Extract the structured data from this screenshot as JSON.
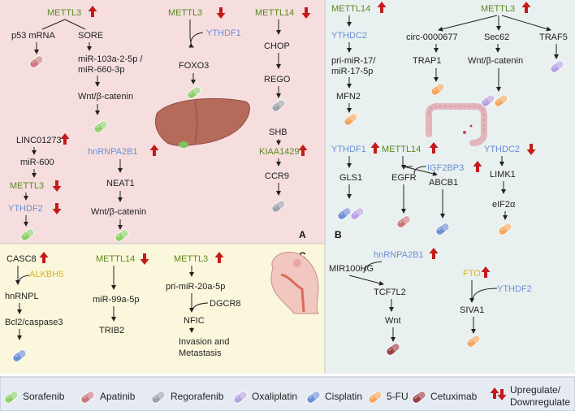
{
  "colors": {
    "panelA_bg": "#f6dede",
    "panelB_bg": "#e9f0f0",
    "panelC_bg": "#fbf7dc",
    "legend_bg": "#e6ebf3",
    "up_arrow": "#c41a1a",
    "green_text": "#5a8a1e",
    "blue_text": "#6b8fd6",
    "yellow_text": "#d9b21e"
  },
  "panels": {
    "a": "A",
    "b": "B",
    "c": "C"
  },
  "labels": {
    "a_mettl3_1": "METTL3",
    "a_p53": "p53 mRNA",
    "a_sore": "SORE",
    "a_mir103_1": "miR-103a-2-5p /",
    "a_mir103_2": "miR-660-3p",
    "a_wnt1": "Wnt/β-catenin",
    "a_mettl3_2": "METTL3",
    "a_ythdf1": "YTHDF1",
    "a_foxo3": "FOXO3",
    "a_mettl14": "METTL14",
    "a_chop": "CHOP",
    "a_rego": "REGO",
    "a_shb": "SHB",
    "a_kiaa": "KIAA1429",
    "a_ccr9": "CCR9",
    "a_linc": "LINC01273",
    "a_mir600": "miR-600",
    "a_mettl3_3": "METTL3",
    "a_ythdf2": "YTHDF2",
    "a_hnrnpa2b1": "hnRNPA2B1",
    "a_neat1": "NEAT1",
    "a_wnt2": "Wnt/β-catenin",
    "b_mettl14_1": "METTL14",
    "b_ythdc2": "YTHDC2",
    "b_primir17_1": "pri-miR-17/",
    "b_primir17_2": "miR-17-5p",
    "b_mfn2": "MFN2",
    "b_mettl3": "METTL3",
    "b_circ": "circ-0000677",
    "b_trap1": "TRAP1",
    "b_sec62": "Sec62",
    "b_wnt": "Wnt/β-catenin",
    "b_traf5": "TRAF5",
    "b_ythdf1": "YTHDF1",
    "b_gls1": "GLS1",
    "b_mettl14_2": "METTL14",
    "b_egfr": "EGFR",
    "b_igf2bp3": "IGF2BP3",
    "b_abcb1": "ABCB1",
    "b_ythdc2_2": "YTHDC2",
    "b_limk1": "LIMK1",
    "b_eif2a": "eIF2α",
    "b_hnrnpa2b1": "hnRNPA2B1",
    "b_mir100hg": "MIR100HG",
    "b_tcf7l2": "TCF7L2",
    "b_wnt2": "Wnt",
    "b_fto": "FTO",
    "b_ythdf2": "YTHDF2",
    "b_siva1": "SIVA1",
    "c_casc8": "CASC8",
    "c_alkbh5": "ALKBH5",
    "c_hnrnpl": "hnRNPL",
    "c_bcl2": "Bcl2/caspase3",
    "c_mettl14": "METTL14",
    "c_mir99a": "miR-99a-5p",
    "c_trib2": "TRIB2",
    "c_mettl3": "METTL3",
    "c_primir20a": "pri-miR-20a-5p",
    "c_dgcr8": "DGCR8",
    "c_nfic": "NFIC",
    "c_inv1": "Invasion and",
    "c_inv2": "Metastasis"
  },
  "legend": {
    "items": [
      {
        "label": "Sorafenib",
        "color": "#8fcf6a",
        "icon": "sorafenib-pill-icon"
      },
      {
        "label": "Apatinib",
        "color": "#c9787c",
        "icon": "apatinib-pill-icon"
      },
      {
        "label": "Regorafenib",
        "color": "#9ea4a8",
        "icon": "regorafenib-pill-icon"
      },
      {
        "label": "Oxaliplatin",
        "color": "#b7a2e0",
        "icon": "oxaliplatin-pill-icon"
      },
      {
        "label": "Cisplatin",
        "color": "#6f8fd8",
        "icon": "cisplatin-pill-icon"
      },
      {
        "label": "5-FU",
        "color": "#f2a863",
        "icon": "fiveFU-pill-icon"
      },
      {
        "label": "Cetuximab",
        "color": "#9c4147",
        "icon": "cetuximab-pill-icon"
      }
    ],
    "regulation_1": "Upregulate/",
    "regulation_2": "Downregulate"
  }
}
